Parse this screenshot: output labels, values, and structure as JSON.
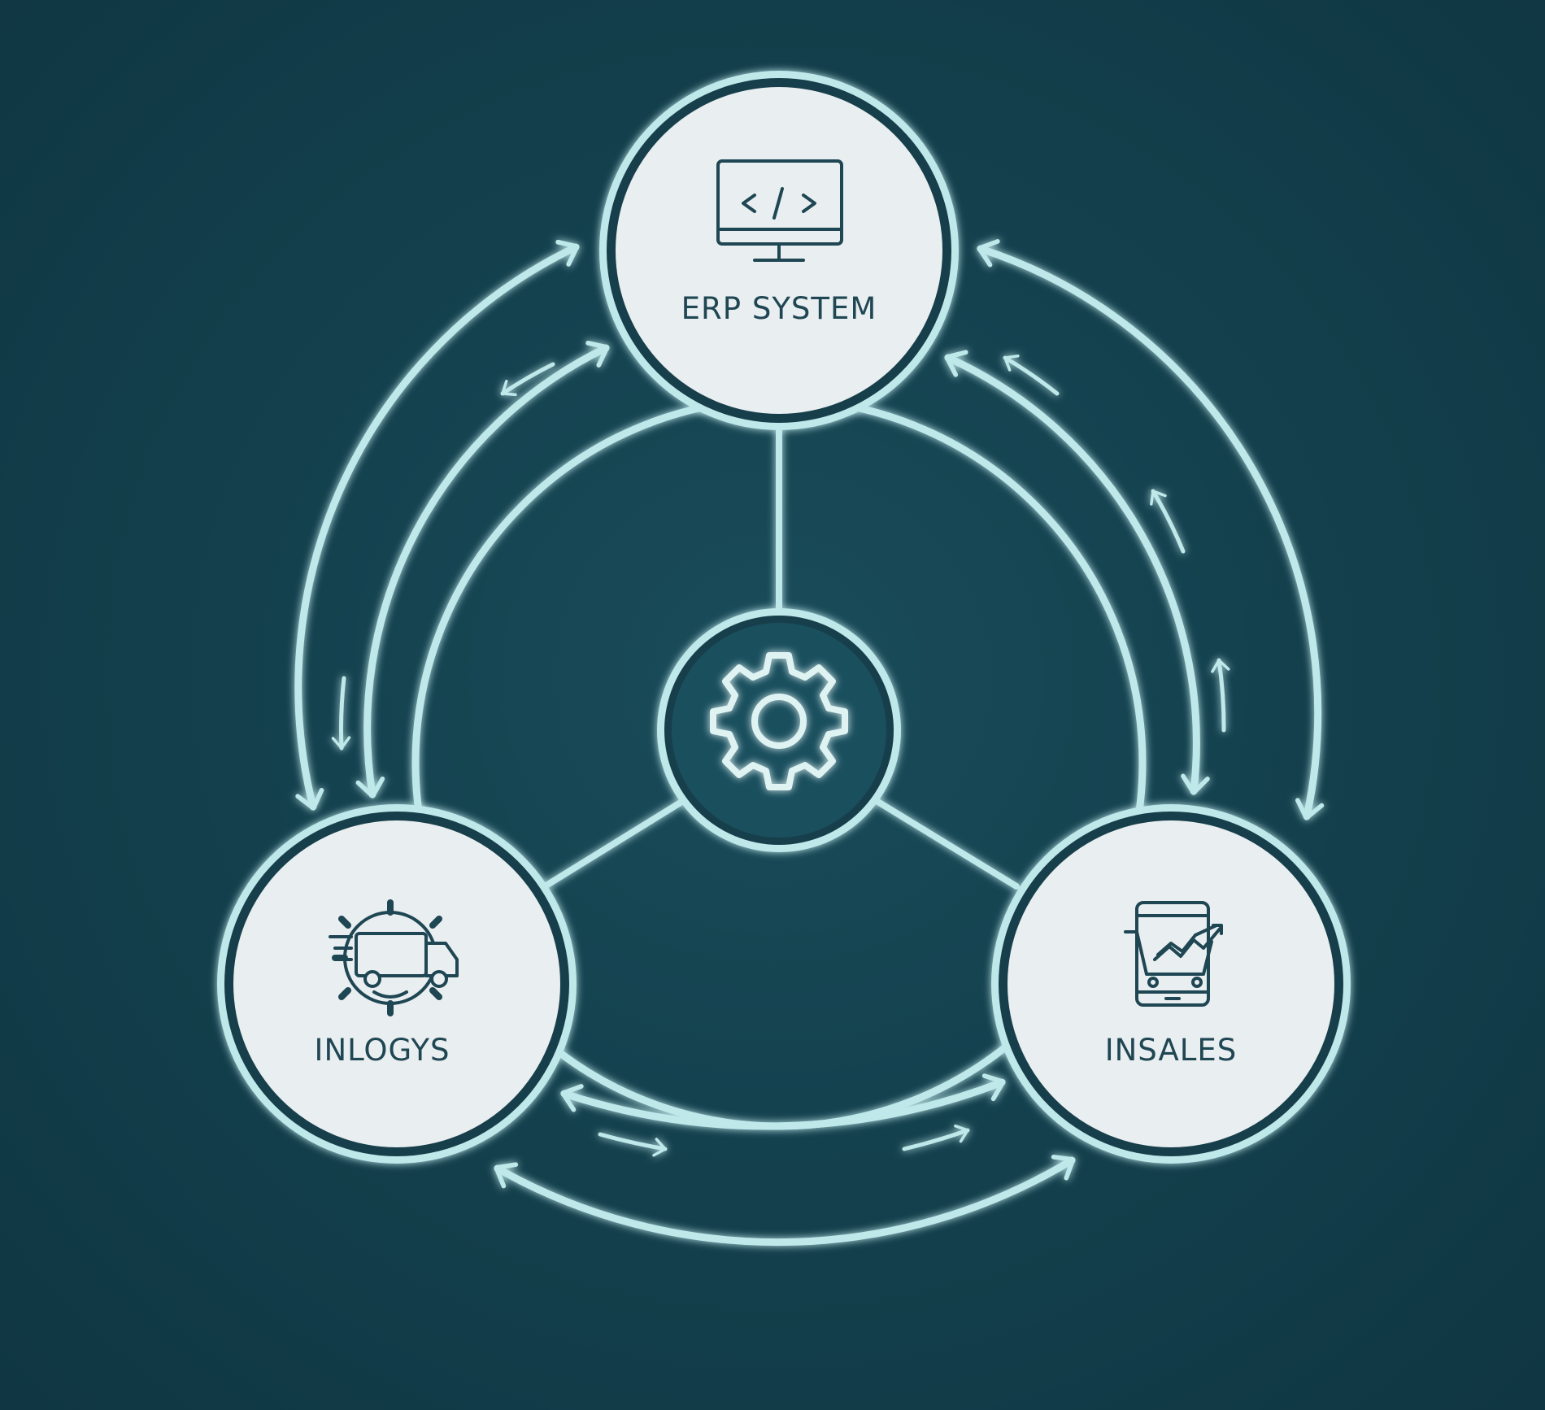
{
  "colors": {
    "background": "#14414e",
    "line": "#bfe8ea",
    "node_fill": "#e9eef0",
    "node_ring": "#173f4b",
    "icon": "#1f4653"
  },
  "nodes": {
    "erp": {
      "label": "ERP SYSTEM",
      "icon": "monitor-code-icon"
    },
    "inlogys": {
      "label": "INLOGYS",
      "icon": "delivery-truck-gear-icon"
    },
    "insales": {
      "label": "INSALES",
      "icon": "tablet-cart-chart-icon"
    },
    "hub": {
      "icon": "gear-icon"
    }
  }
}
